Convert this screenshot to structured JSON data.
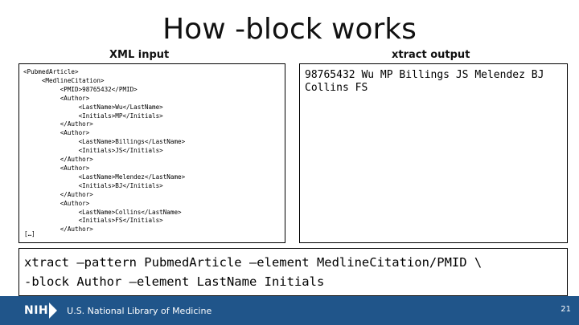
{
  "slide": {
    "title": "How -block works",
    "page_number": "21"
  },
  "left_panel": {
    "label": "XML input",
    "lines": [
      "<PubmedArticle>",
      "     <MedlineCitation>",
      "          <PMID>98765432</PMID>",
      "          <Author>",
      "               <LastName>Wu</LastName>",
      "               <Initials>MP</Initials>",
      "          </Author>",
      "          <Author>",
      "               <LastName>Billings</LastName>",
      "               <Initials>JS</Initials>",
      "          </Author>",
      "          <Author>",
      "               <LastName>Melendez</LastName>",
      "               <Initials>BJ</Initials>",
      "          </Author>",
      "          <Author>",
      "               <LastName>Collins</LastName>",
      "               <Initials>FS</Initials>",
      "          </Author>"
    ],
    "ellipsis": "[…]"
  },
  "right_panel": {
    "label": "xtract output",
    "output": "98765432 Wu MP Billings JS Melendez BJ Collins FS"
  },
  "command": {
    "line1": "xtract –pattern PubmedArticle –element MedlineCitation/PMID \\",
    "line2": "-block Author –element LastName Initials"
  },
  "footer": {
    "logo_text": "NIH",
    "library_name": "U.S. National Library of Medicine",
    "bar_color": "#20558a"
  }
}
